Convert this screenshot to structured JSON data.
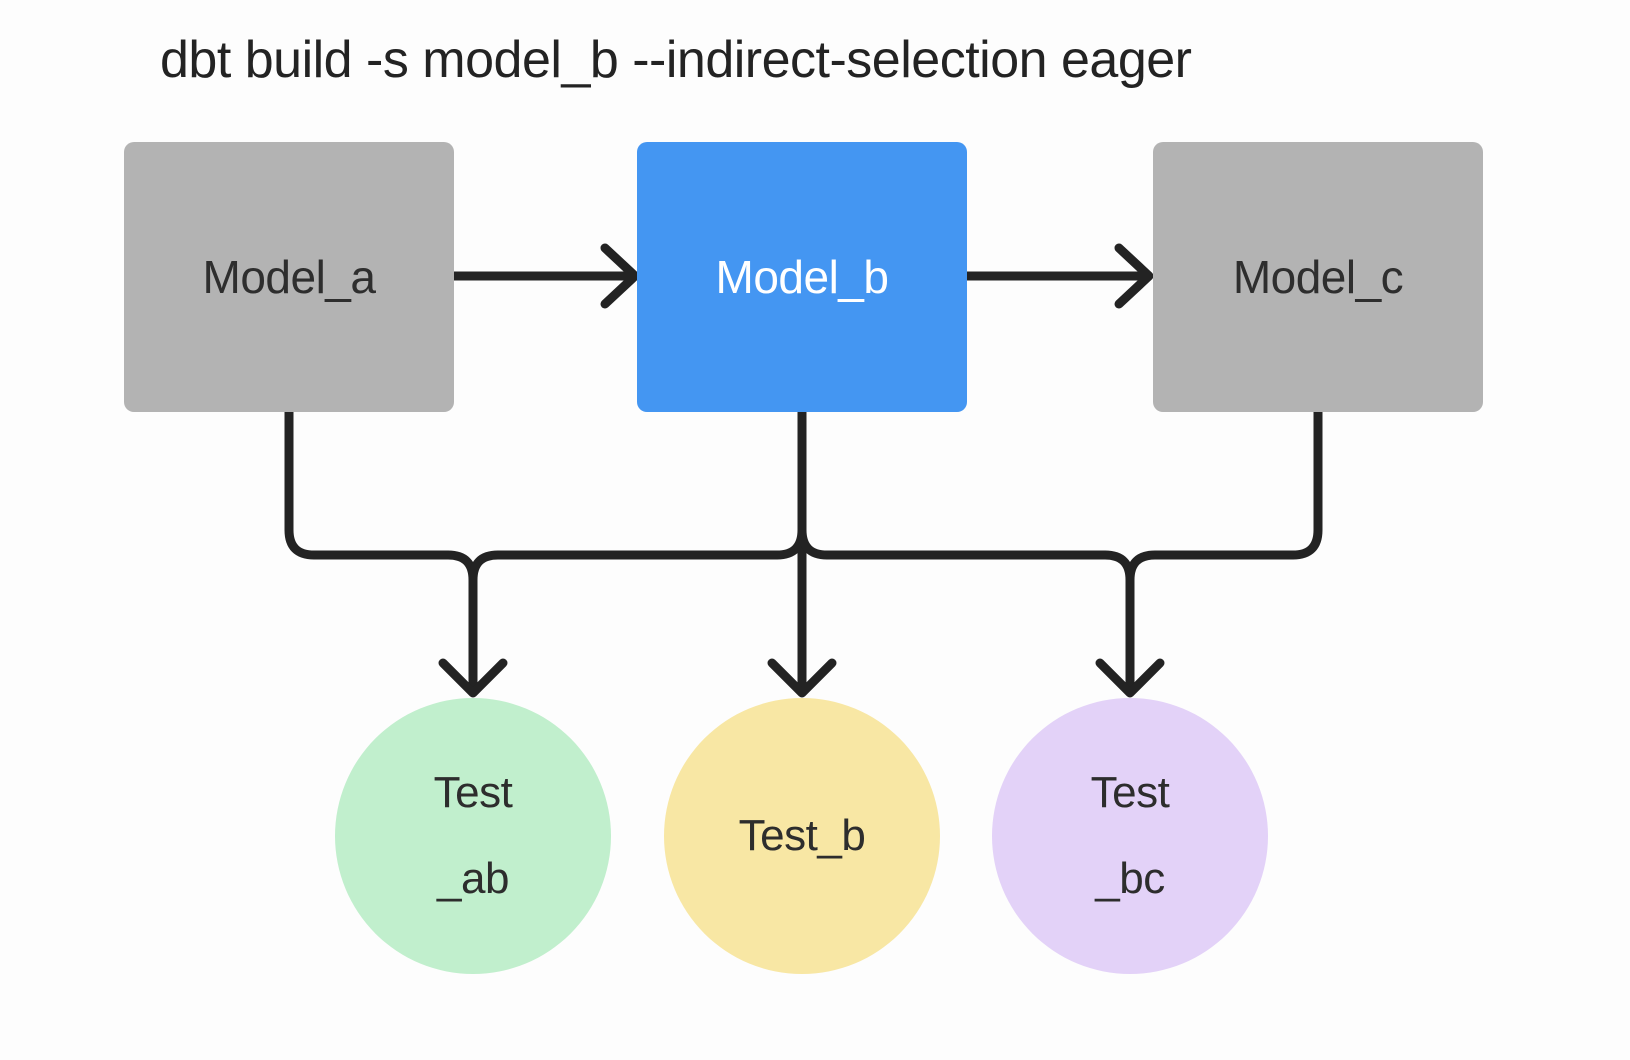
{
  "title": "dbt build -s model_b --indirect-selection eager",
  "nodes": {
    "models": [
      {
        "id": "model_a",
        "label": "Model_a",
        "color": "#b3b3b3",
        "text_color": "#2e2e2e"
      },
      {
        "id": "model_b",
        "label": "Model_b",
        "color": "#4496f2",
        "text_color": "#ffffff"
      },
      {
        "id": "model_c",
        "label": "Model_c",
        "color": "#b3b3b3",
        "text_color": "#2e2e2e"
      }
    ],
    "tests": [
      {
        "id": "test_ab",
        "label": "Test\n_ab",
        "color": "#c1efcd"
      },
      {
        "id": "test_b",
        "label": "Test_b",
        "color": "#f8e7a4"
      },
      {
        "id": "test_bc",
        "label": "Test\n_bc",
        "color": "#e3d2f8"
      }
    ]
  },
  "edges": [
    {
      "from": "model_a",
      "to": "model_b",
      "style": "arrow"
    },
    {
      "from": "model_b",
      "to": "model_c",
      "style": "arrow"
    },
    {
      "from": "model_a",
      "to": "test_ab",
      "style": "arrow"
    },
    {
      "from": "model_b",
      "to": "test_ab",
      "style": "arrow"
    },
    {
      "from": "model_b",
      "to": "test_b",
      "style": "arrow"
    },
    {
      "from": "model_b",
      "to": "test_bc",
      "style": "arrow"
    },
    {
      "from": "model_c",
      "to": "test_bc",
      "style": "arrow"
    }
  ],
  "colors": {
    "connector": "#232323",
    "background": "#fdfdfd",
    "model_default": "#b3b3b3",
    "model_selected": "#4496f2",
    "test_ab": "#c1efcd",
    "test_b": "#f8e7a4",
    "test_bc": "#e3d2f8"
  }
}
